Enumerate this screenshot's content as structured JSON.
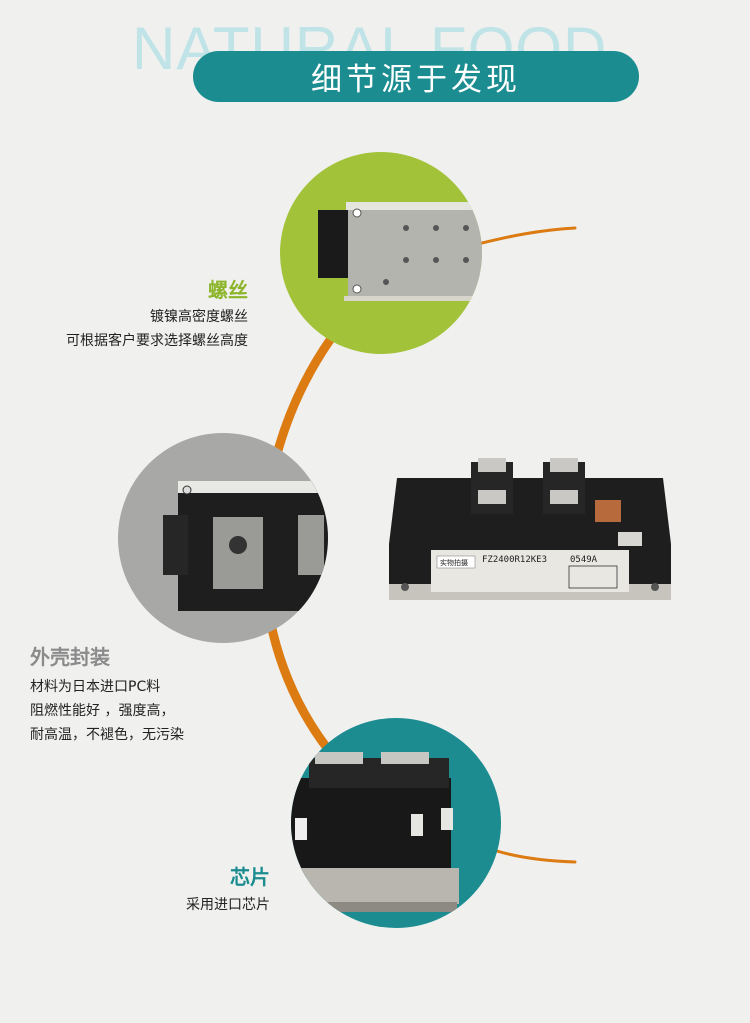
{
  "header": {
    "watermark": "NATURAL FOOD",
    "banner_title": "细节源于发现"
  },
  "sections": [
    {
      "title": "螺丝",
      "title_color": "#8db52b",
      "lines": [
        "镀镍高密度螺丝",
        "可根据客户要求选择螺丝高度"
      ]
    },
    {
      "title": "外壳封装",
      "title_color": "#8a8b8a",
      "lines": [
        "材料为日本进口PC料",
        "阻燃性能好 ，强度高，",
        "耐高温，不褪色，无污染"
      ]
    },
    {
      "title": "芯片",
      "title_color": "#1b8c8f",
      "lines": [
        "采用进口芯片"
      ]
    }
  ],
  "product": {
    "label_tag": "实物拍摄",
    "model": "FZ2400R12KE3",
    "code": "0549A"
  },
  "colors": {
    "accent_orange": "#dc7b12",
    "teal": "#1b8c8f",
    "green": "#a2c239",
    "gray": "#a8a9a7"
  }
}
